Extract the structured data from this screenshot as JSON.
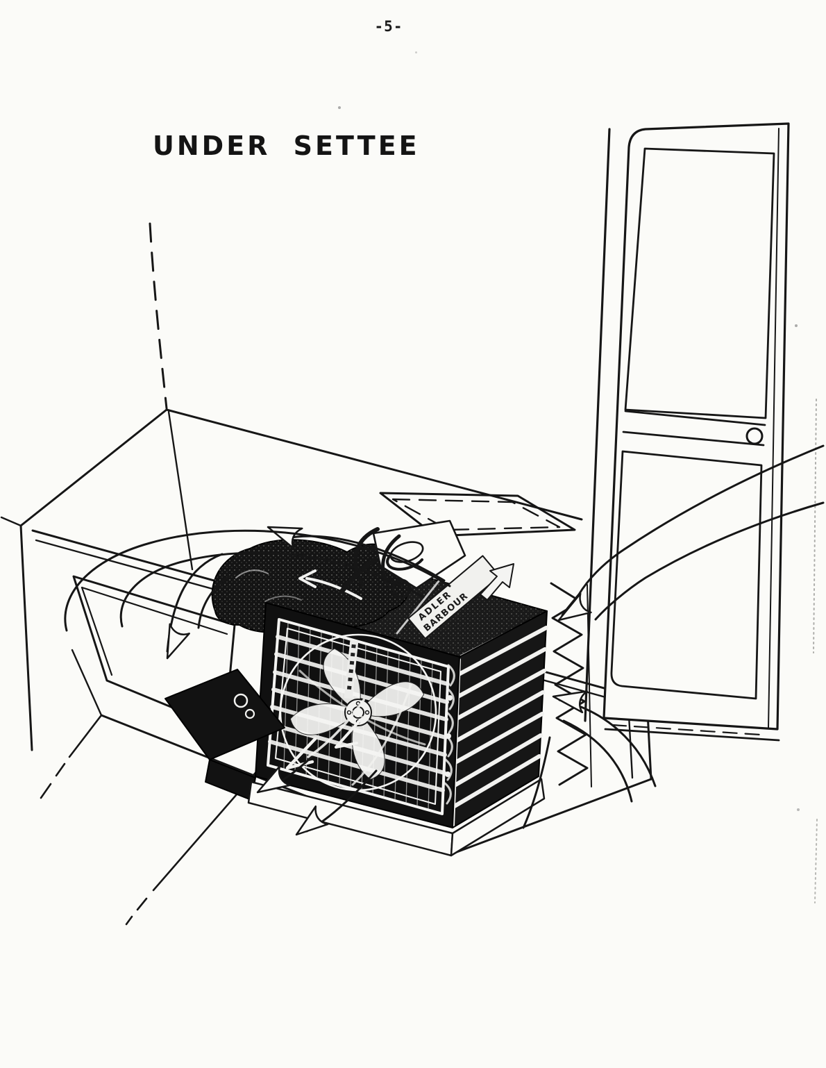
{
  "page": {
    "number_label": "-5-",
    "paper_color": "#fbfbf8",
    "ink_color": "#161616"
  },
  "figure": {
    "title": "UNDER SETTEE",
    "type": "technical-line-illustration",
    "subject": "Refrigeration condensing unit installed under a settee, with airflow circulation arrows and adjacent locker door",
    "unit_label": {
      "line1": "ADLER",
      "line2": "BARBOUR"
    },
    "components": [
      "settee-cabinet",
      "cabinet-front-vent-opening",
      "cabinet-top-hatch-dashed-outline",
      "condensing-unit",
      "cooling-fan",
      "front-grille-louvers",
      "side-condenser-louvers",
      "compressor",
      "refrigerant-tubes",
      "mounting-bracket",
      "louvered-vent-panel",
      "locker-door",
      "door-knob",
      "airflow-arrows",
      "hidden-floor-lines-dashed"
    ]
  }
}
